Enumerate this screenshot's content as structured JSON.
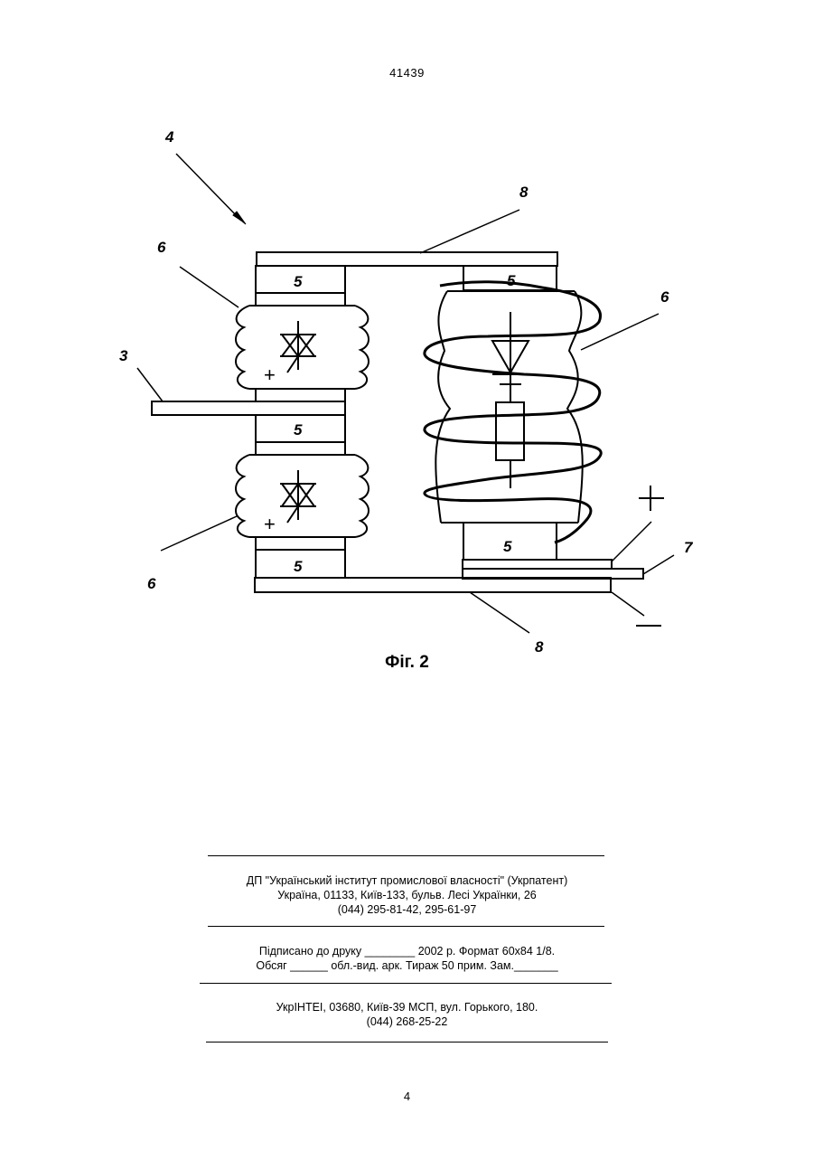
{
  "header": {
    "page_number": "41439"
  },
  "figure": {
    "labels": {
      "ref_4": "4",
      "ref_8_top": "8",
      "ref_6_left_top": "6",
      "ref_6_right": "6",
      "ref_3": "3",
      "ref_5_top_left": "5",
      "ref_5_top_right": "5",
      "ref_5_middle": "5",
      "ref_5_bottom_left": "5",
      "ref_5_bottom_right": "5",
      "ref_6_left_bottom": "6",
      "ref_7": "7",
      "ref_8_bottom": "8",
      "plus_left_top": "+",
      "plus_left_bottom": "+"
    },
    "caption": "Фіг. 2"
  },
  "imprint": {
    "block1": [
      "ДП \"Український інститут промислової власності\" (Укрпатент)",
      "Україна, 01133, Київ-133, бульв. Лесі Українки, 26",
      "(044) 295-81-42, 295-61-97"
    ],
    "block2": [
      "Підписано до друку ________ 2002 р.    Формат 60х84 1/8.",
      "Обсяг ______ обл.-вид. арк.   Тираж 50 прим.    Зам._______"
    ],
    "block3": [
      "УкрІНТЕІ, 03680, Київ-39 МСП, вул. Горького, 180.",
      "(044) 268-25-22"
    ]
  },
  "footer": {
    "page_number": "4"
  }
}
